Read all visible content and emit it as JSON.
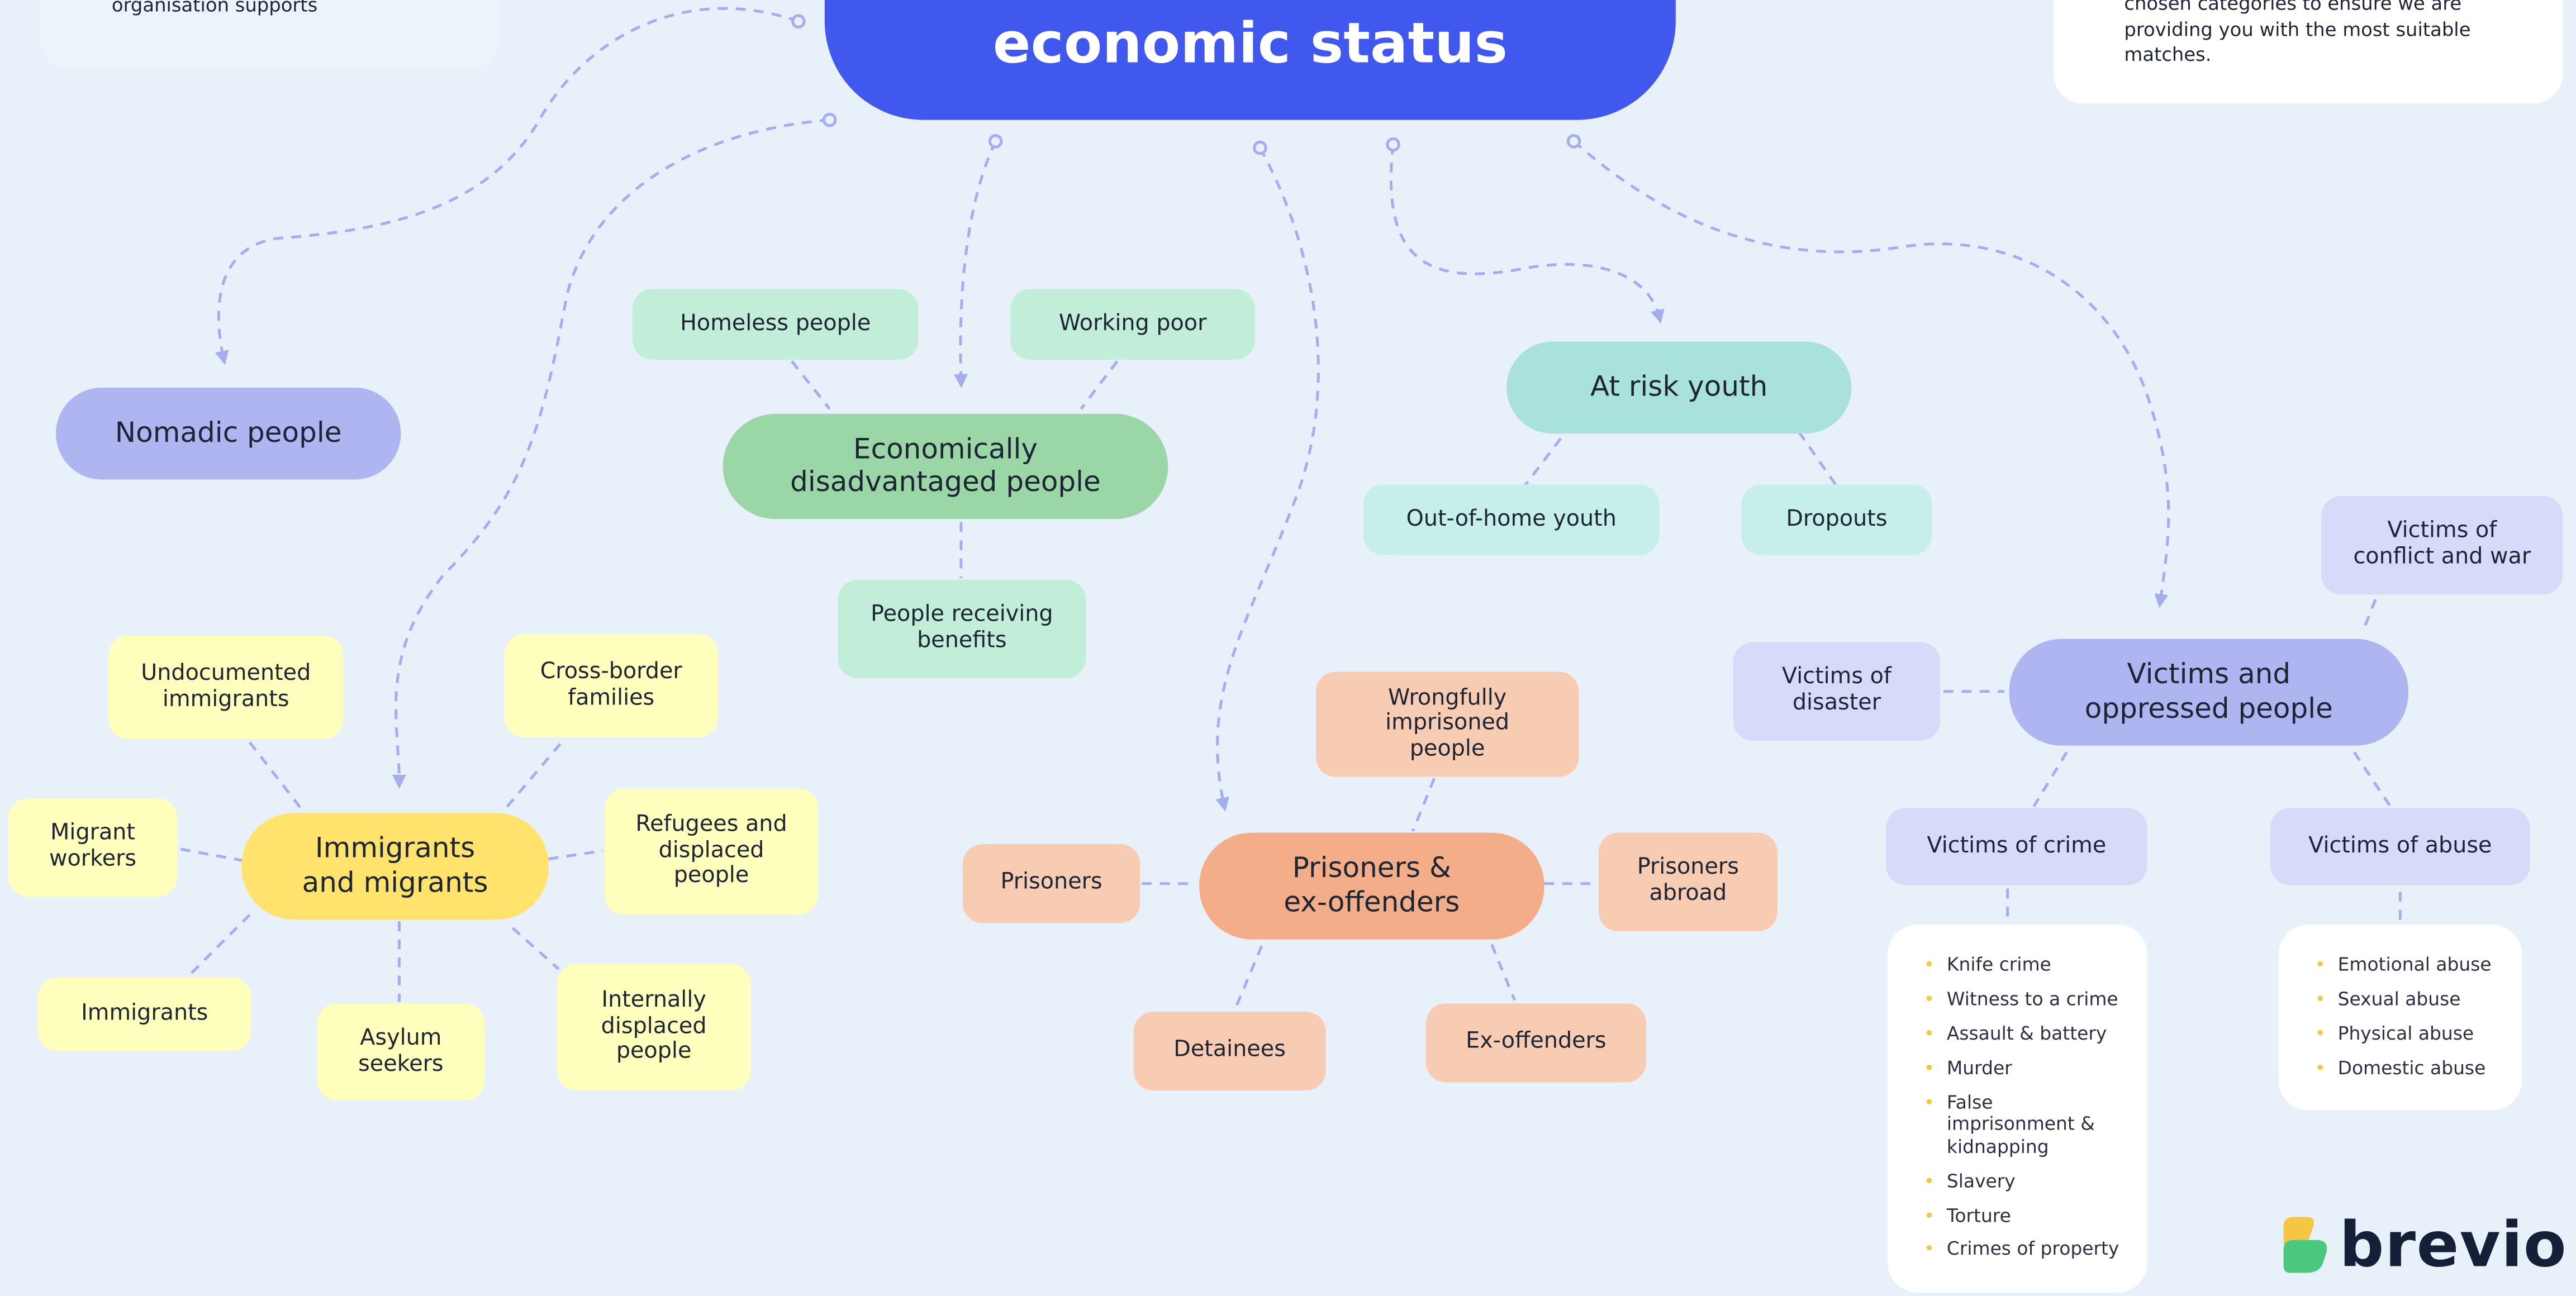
{
  "title": "economic status",
  "intro_note": "organisation supports",
  "advice_note": "to be as specific as possible with your chosen categories to ensure we are providing you with the most suitable matches.",
  "groups": {
    "nomadic": "Nomadic people",
    "economic": {
      "label": "Economically disadvantaged people",
      "children": [
        "Homeless people",
        "Working poor",
        "People receiving benefits"
      ]
    },
    "youth": {
      "label": "At risk youth",
      "children": [
        "Out-of-home youth",
        "Dropouts"
      ]
    },
    "victims": {
      "label": "Victims and oppressed people",
      "children": [
        "Victims of conflict and war",
        "Victims of disaster",
        "Victims of crime",
        "Victims of abuse"
      ],
      "crime_types": [
        "Knife crime",
        "Witness to a crime",
        "Assault & battery",
        "Murder",
        "False imprisonment & kidnapping",
        "Slavery",
        "Torture",
        "Crimes of property"
      ],
      "abuse_types": [
        "Emotional abuse",
        "Sexual abuse",
        "Physical abuse",
        "Domestic abuse"
      ]
    },
    "immigrants": {
      "label": "Immigrants and migrants",
      "children": [
        "Undocumented immigrants",
        "Cross-border families",
        "Migrant workers",
        "Refugees and displaced people",
        "Immigrants",
        "Asylum seekers",
        "Internally displaced people"
      ]
    },
    "prisoners": {
      "label": "Prisoners & ex-offenders",
      "children": [
        "Wrongfully imprisoned people",
        "Prisoners",
        "Prisoners abroad",
        "Detainees",
        "Ex-offenders"
      ]
    }
  },
  "brand": "brevio",
  "colors": {
    "background": "#e8f0fa",
    "title": "#4158ee",
    "connector": "#a4aeee",
    "victims": "#aeb5f1",
    "economic": "#9bd6a7",
    "youth": "#a8e2db",
    "immigrants": "#ffe36d",
    "prisoners": "#f3ad88"
  }
}
